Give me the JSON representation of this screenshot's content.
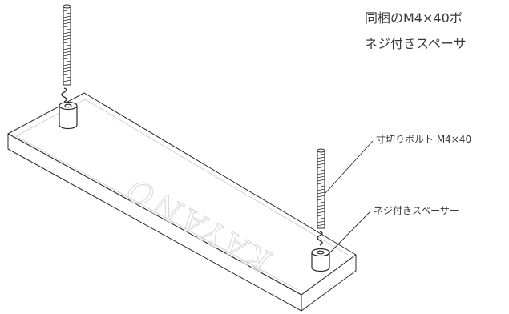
{
  "instructions": {
    "line1": "同梱のM4×40ボ",
    "line2": "ネジ付きスペーサ"
  },
  "plate_mark": "KAYANO",
  "callouts": {
    "bolt_label": "寸切りボルト M4×40",
    "spacer_label": "ネジ付きスペーサー"
  },
  "colors": {
    "line": "#2b2b2b",
    "label_text": "#3a3a3a",
    "watermark": "#d8d8d8"
  }
}
